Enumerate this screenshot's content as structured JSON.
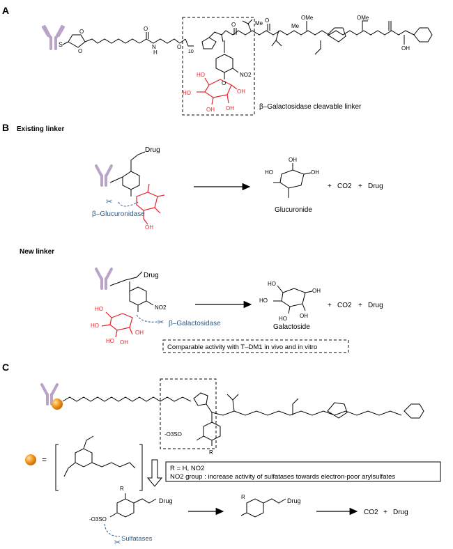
{
  "panels": {
    "a": {
      "letter": "A",
      "linker_caption": "β–Galactosidase cleavable linker",
      "atoms": {
        "s": "S",
        "o": "O",
        "n": "N",
        "h": "H",
        "me": "Me",
        "ome": "OMe",
        "oh": "OH",
        "ho": "HO",
        "no2": "NO2",
        "ten": "10"
      }
    },
    "b": {
      "letter": "B",
      "existing_heading": "Existing linker",
      "new_heading": "New linker",
      "drug": "Drug",
      "enzyme_existing": "β–Glucuronidase",
      "enzyme_new": "β–Galactosidase",
      "product_existing": "Glucuronide",
      "product_new": "Galactoside",
      "co2": "CO2",
      "plus": "+",
      "comparison_note": "Comparable activity with T–DM1 in vivo and in vitro"
    },
    "c": {
      "letter": "C",
      "r_definition": "R = H, NO2",
      "no2_note": "NO2 group : increase activity of sulfatases towards electron-poor arylsulfates",
      "enzyme": "Sulfatases",
      "drug": "Drug",
      "co2": "CO2",
      "plus": "+",
      "equals": "=",
      "so3": "-O3SO",
      "r": "R"
    }
  },
  "colors": {
    "antibody": "#b9a3c7",
    "sugar_red": "#e8202a",
    "enzyme_blue": "#2c5c8a",
    "ball_orange": "#f39a21"
  }
}
